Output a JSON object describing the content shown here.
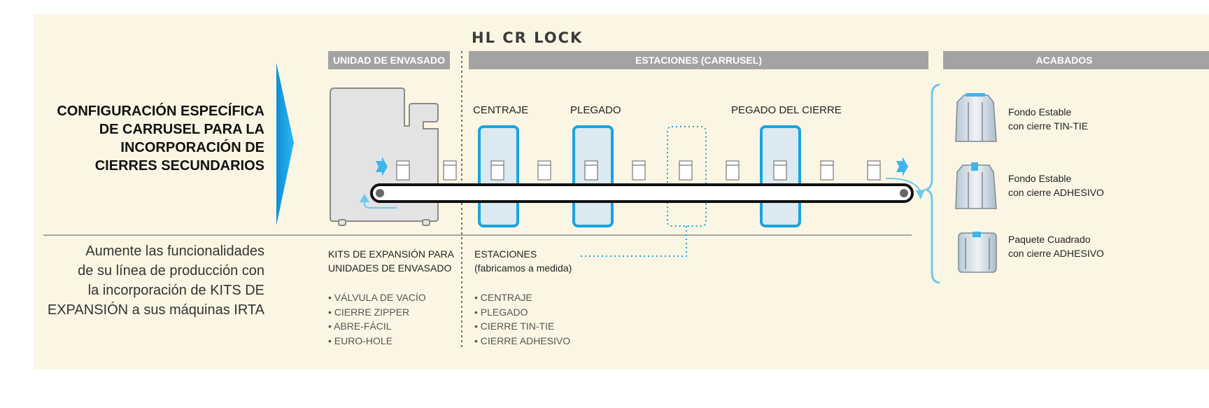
{
  "brand": "HL CR LOCK",
  "headers": {
    "unit": "UNIDAD DE ENVASADO",
    "stations": "ESTACIONES (CARRUSEL)",
    "finishes": "ACABADOS"
  },
  "main_title": "CONFIGURACIÓN ESPECÍFICA DE CARRUSEL PARA LA INCORPORACIÓN DE CIERRES SECUNDARIOS",
  "main_title_lines": [
    "CONFIGURACIÓN  ESPECÍFICA",
    "DE CARRUSEL PARA LA",
    "INCORPORACIÓN DE",
    "CIERRES SECUNDARIOS"
  ],
  "subtitle_lines": [
    "Aumente las funcionalidades",
    "de su línea de producción con",
    "la incorporación de KITS DE",
    "EXPANSIÓN a sus máquinas IRTA"
  ],
  "station_labels": {
    "centraje": "CENTRAJE",
    "plegado": "PLEGADO",
    "pegado": "PEGADO DEL CIERRE"
  },
  "kits": {
    "title_lines": [
      "KITS DE EXPANSIÓN PARA",
      "UNIDADES DE ENVASADO"
    ],
    "items": [
      "VÁLVULA DE VACÍO",
      "CIERRE ZIPPER",
      "ABRE-FÁCIL",
      "EURO-HOLE"
    ]
  },
  "stations_info": {
    "title": "ESTACIONES",
    "note": "(fabricamos a medida)",
    "items": [
      "CENTRAJE",
      "PLEGADO",
      "CIERRE TIN-TIE",
      "CIERRE ADHESIVO"
    ]
  },
  "finishes": [
    {
      "line1": "Fondo Estable",
      "line2": "con cierre TIN-TIE"
    },
    {
      "line1": "Fondo Estable",
      "line2": "con cierre ADHESIVO"
    },
    {
      "line1": "Paquete Cuadrado",
      "line2": "con cierre ADHESIVO"
    }
  ],
  "colors": {
    "background": "#fbf6e3",
    "header_gray": "#a3a3a3",
    "accent_blue": "#1aa3e0",
    "light_blue": "#6ec8f0",
    "station_fill": "#dbe9f1"
  }
}
